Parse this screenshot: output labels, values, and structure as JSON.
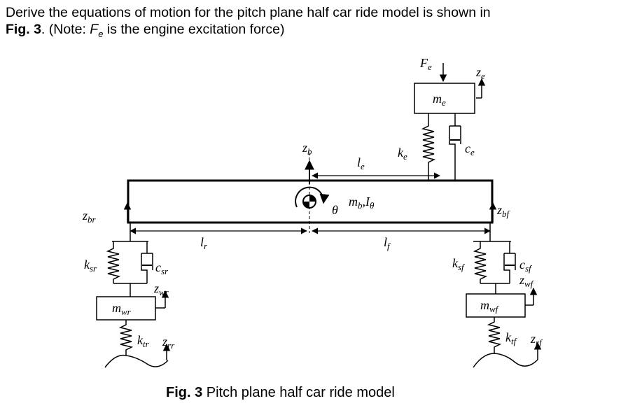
{
  "question": {
    "line1": "Derive the equations of motion for the pitch plane half car ride model is shown in",
    "fig_ref": "Fig. 3",
    "line2_a": ". (Note: ",
    "force_symbol": "F",
    "force_sub": "e",
    "line2_b": " is the engine excitation force)"
  },
  "diagram": {
    "engine": {
      "force": "F",
      "force_sub": "e",
      "mass": "m",
      "mass_sub": "e",
      "disp": "z",
      "disp_sub": "e",
      "spring": "k",
      "spring_sub": "e",
      "damper": "c",
      "damper_sub": "e",
      "offset": "l",
      "offset_sub": "e"
    },
    "body": {
      "disp": "z",
      "disp_sub": "b",
      "mass_label": "m",
      "mass_sub": "b",
      "inertia": "I",
      "inertia_sub": "θ",
      "comma": ",",
      "pitch": "θ"
    },
    "rear": {
      "body_disp": "z",
      "body_disp_sub": "br",
      "spring": "k",
      "spring_sub": "sr",
      "damper": "c",
      "damper_sub": "sr",
      "wheel_disp": "z",
      "wheel_disp_sub": "wr",
      "wheel_mass": "m",
      "wheel_mass_sub": "wr",
      "tire": "k",
      "tire_sub": "tr",
      "road": "z",
      "road_sub": "rr",
      "length": "l",
      "length_sub": "r"
    },
    "front": {
      "body_disp": "z",
      "body_disp_sub": "bf",
      "spring": "k",
      "spring_sub": "sf",
      "damper": "c",
      "damper_sub": "sf",
      "wheel_disp": "z",
      "wheel_disp_sub": "wf",
      "wheel_mass": "m",
      "wheel_mass_sub": "wf",
      "tire": "k",
      "tire_sub": "tf",
      "road": "z",
      "road_sub": "rf",
      "length": "l",
      "length_sub": "f"
    }
  },
  "caption": {
    "prefix": "Fig. 3",
    "text": " Pitch plane half car ride model"
  }
}
